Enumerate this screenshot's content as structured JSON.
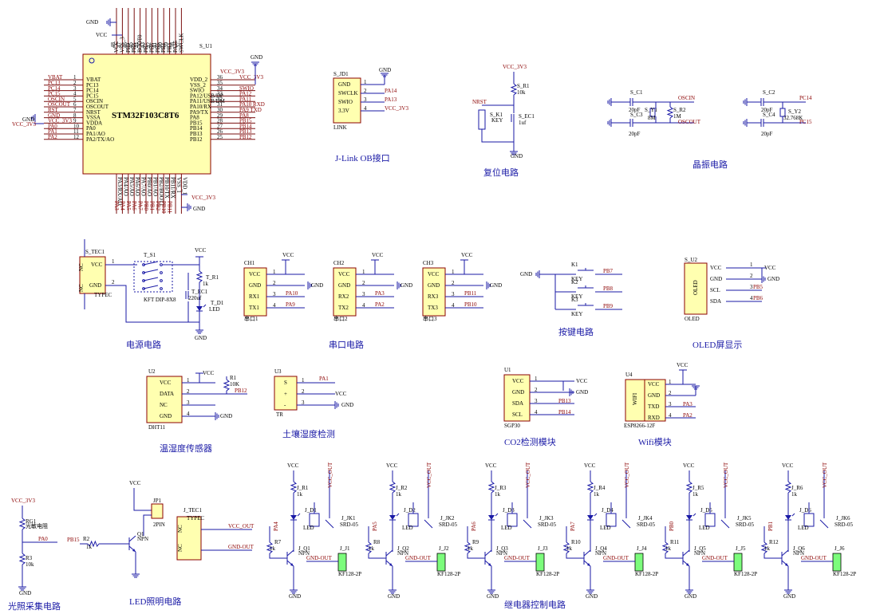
{
  "mcu": {
    "ref": "S_U1",
    "part": "STM32F103C8T6",
    "left_pins": [
      {
        "net": "VBAT",
        "name": "VBAT",
        "num": "1"
      },
      {
        "net": "PC13",
        "name": "PC13",
        "num": "2"
      },
      {
        "net": "PC14",
        "name": "PC14",
        "num": "3"
      },
      {
        "net": "PC15",
        "name": "PC15",
        "num": "4"
      },
      {
        "net": "OSCIN",
        "name": "OSCIN",
        "num": "5"
      },
      {
        "net": "OSCOUT",
        "name": "OSCOUT",
        "num": "6"
      },
      {
        "net": "RST",
        "name": "NRST",
        "num": "7"
      },
      {
        "net": "GND",
        "name": "VSSA",
        "num": "8"
      },
      {
        "net": "VCC_3V3",
        "name": "VDDA",
        "num": "9"
      },
      {
        "net": "PA0",
        "name": "PA0",
        "num": "10"
      },
      {
        "net": "PA1",
        "name": "PA1/AO",
        "num": "11"
      },
      {
        "net": "PA2",
        "name": "PA2/TX/AO",
        "num": "12"
      }
    ],
    "right_pins": [
      {
        "num": "36",
        "name": "VDD_2",
        "net": "VCC_3V3"
      },
      {
        "num": "35",
        "name": "VSS_2",
        "net": ""
      },
      {
        "num": "34",
        "name": "SWIO",
        "net": "SWIO"
      },
      {
        "num": "33",
        "name": "PA12/USB/DP",
        "net": "PA12"
      },
      {
        "num": "32",
        "name": "PA11/USB/DM",
        "net": "PA11"
      },
      {
        "num": "31",
        "name": "PA10/RX",
        "net": "PA10 RXD"
      },
      {
        "num": "30",
        "name": "PA9/TX",
        "net": "PA9 TXD"
      },
      {
        "num": "29",
        "name": "PA8",
        "net": "PA8"
      },
      {
        "num": "28",
        "name": "PB15",
        "net": "PB15"
      },
      {
        "num": "27",
        "name": "PB14",
        "net": "PB14"
      },
      {
        "num": "26",
        "name": "PB13",
        "net": "PB13"
      },
      {
        "num": "25",
        "name": "PB12",
        "net": "PB12"
      }
    ],
    "top_labels": [
      "VCC",
      "VSS_3",
      "PB9",
      "PB8",
      "BOOT0",
      "PB7",
      "PB6",
      "PB5",
      "PB4",
      "PB3",
      "PA15",
      "SWCLK"
    ],
    "top_nums": [
      "48",
      "47",
      "46",
      "45",
      "44",
      "43",
      "42",
      "41",
      "40",
      "39",
      "38",
      "37"
    ],
    "bottom_labels": [
      "PA3/RX/AO",
      "PA4/AO",
      "PA5/AO",
      "PA6/AO",
      "PA7/AO",
      "PB0/AO",
      "PB1/AO",
      "PB2/BOOT1",
      "PB10/TX",
      "PB11/RX",
      "VSS_1",
      "VDD_1"
    ],
    "bottom_nums": [
      "13",
      "14",
      "15",
      "16",
      "17",
      "18",
      "19",
      "20",
      "21",
      "22",
      "23",
      "24"
    ],
    "bottom_nets": [
      "PA3",
      "PA4",
      "PA5",
      "PA6",
      "PA7",
      "PB0",
      "PB1",
      "PB2",
      "PB10",
      "PB11"
    ],
    "gnd": "GND",
    "vcc": "VCC",
    "vcc33": "VCC_3V3"
  },
  "jlink": {
    "ref": "S_JD1",
    "label": "LINK",
    "pins": [
      {
        "name": "GND",
        "num": "1",
        "net": "GND"
      },
      {
        "name": "SWCLK",
        "num": "2",
        "net": "PA14"
      },
      {
        "name": "SWIO",
        "num": "3",
        "net": "PA13"
      },
      {
        "name": "3.3V",
        "num": "4",
        "net": "VCC_3V3"
      }
    ],
    "caption": "J-Link OB接口"
  },
  "reset": {
    "vcc": "VCC_3V3",
    "r_ref": "S_R1",
    "r_val": "10k",
    "sw_net": "NRST",
    "sw_ref": "S_K1",
    "sw_val": "KEY",
    "c_ref": "S_EC1",
    "c_val": "1uf",
    "gnd": "GND",
    "caption": "复位电路"
  },
  "crystal": {
    "c1": "S_C1",
    "c1v": "20pF",
    "c3": "S_C3",
    "c3v": "20pF",
    "y1": "S_Y1",
    "y1v": "8M",
    "r2": "S_R2",
    "r2v": "1M",
    "oscin": "OSCIN",
    "oscout": "OSCOUT",
    "c2": "S_C2",
    "c2v": "20pF",
    "c4": "S_C4",
    "c4v": "20pF",
    "y2": "S_Y2",
    "y2v": "32.768K",
    "pc14": "PC14",
    "pc15": "PC15",
    "caption": "晶振电路"
  },
  "power": {
    "ref": "S_TEC1",
    "label": "TYPEC",
    "p_vcc": "VCC",
    "p_gnd": "GND",
    "nc": "NC",
    "sw_ref": "T_S1",
    "sw_val": "KFT DIP-8X8",
    "vcc": "VCC",
    "r_ref": "T_R1",
    "r_val": "1k",
    "c_ref": "T_EC1",
    "c_val": "220uf",
    "d_ref": "T_D1",
    "d_val": "LED",
    "caption": "电源电路"
  },
  "uart": {
    "units": [
      {
        "ref": "CH1",
        "label": "串口1",
        "rx": "PA10",
        "tx": "PA9",
        "p1": "VCC",
        "p2": "GND",
        "p3": "RX1",
        "p4": "TX1"
      },
      {
        "ref": "CH2",
        "label": "串口2",
        "rx": "PA3",
        "tx": "PA2",
        "p1": "VCC",
        "p2": "GND",
        "p3": "RX2",
        "p4": "TX2"
      },
      {
        "ref": "CH3",
        "label": "串口3",
        "rx": "PB11",
        "tx": "PB10",
        "p1": "VCC",
        "p2": "GND",
        "p3": "RX3",
        "p4": "TX3"
      }
    ],
    "vcc": "VCC",
    "gnd": "GND",
    "caption": "串口电路"
  },
  "keys": {
    "gnd": "GND",
    "items": [
      {
        "ref": "K1",
        "val": "KEY",
        "net": "PB7"
      },
      {
        "ref": "K2",
        "val": "KEY",
        "net": "PB8"
      },
      {
        "ref": "K3",
        "val": "KEY",
        "net": "PB9"
      }
    ],
    "caption": "按键电路"
  },
  "oled": {
    "ref": "S_U2",
    "part": "OLED",
    "label": "OLED",
    "pins": [
      {
        "name": "VCC",
        "net": "VCC"
      },
      {
        "name": "GND",
        "net": "GND"
      },
      {
        "name": "SCL",
        "net": "PB5"
      },
      {
        "name": "SDA",
        "net": "PB6"
      }
    ],
    "caption": "OLED屏显示"
  },
  "dht": {
    "ref": "U2",
    "part": "DHT11",
    "pins": [
      {
        "name": "VCC",
        "num": "1"
      },
      {
        "name": "DATA",
        "num": "2"
      },
      {
        "name": "NC",
        "num": "3"
      },
      {
        "name": "GND",
        "num": "4"
      }
    ],
    "r_ref": "R1",
    "r_val": "10K",
    "net": "PB12",
    "vcc": "VCC",
    "gnd": "GND",
    "caption": "温湿度传感器"
  },
  "soil": {
    "ref": "U3",
    "part": "TR",
    "pins": [
      {
        "name": "S",
        "num": "1",
        "net": "PA1"
      },
      {
        "name": "+",
        "num": "2",
        "net": "VCC"
      },
      {
        "name": "-",
        "num": "3",
        "net": "GND"
      }
    ],
    "caption": "土壤湿度检测"
  },
  "co2": {
    "ref": "U1",
    "part": "SGP30",
    "pins": [
      {
        "name": "VCC",
        "num": "1",
        "net": "VCC"
      },
      {
        "name": "GND",
        "num": "2",
        "net": "GND"
      },
      {
        "name": "SDA",
        "num": "3",
        "net": "PB13"
      },
      {
        "name": "SCL",
        "num": "4",
        "net": "PB14"
      }
    ],
    "caption": "CO2检测模块"
  },
  "wifi": {
    "ref": "U4",
    "part": "ESP8266-12F",
    "chip": "WIFI",
    "pins": [
      {
        "name": "VCC",
        "num": "1"
      },
      {
        "name": "GND",
        "num": "2"
      },
      {
        "name": "TXD",
        "num": "3",
        "net": "PA3"
      },
      {
        "name": "RXD",
        "num": "4",
        "net": "PA2"
      }
    ],
    "vcc": "VCC",
    "caption": "Wifi模块"
  },
  "light": {
    "vcc": "VCC_3V3",
    "rg_ref": "RG1",
    "rg_val": "光敏电阻",
    "net": "PA0",
    "r_ref": "R3",
    "r_val": "10k",
    "gnd": "GND",
    "caption": "光照采集电路"
  },
  "ledlight": {
    "vcc": "VCC",
    "jp_ref": "JP1",
    "jp_val": "2PIN",
    "q_ref": "Q1",
    "q_val": "NPN",
    "r_ref": "R2",
    "r_val": "1k",
    "net": "PB15",
    "tec_ref": "J_TEC1",
    "tec_label": "TYPEC",
    "nc": "NC",
    "out1": "VCC_OUT",
    "out2": "GND-OUT",
    "gnd": "GND",
    "caption": "LED照明电路"
  },
  "relays": {
    "units": [
      {
        "r1": "J_R1",
        "r1v": "1k",
        "d": "J_D1",
        "k": "J_JK1",
        "q": "J_Q1",
        "r2": "R7",
        "j": "J_J1",
        "net": "PA4"
      },
      {
        "r1": "J_R2",
        "r1v": "1k",
        "d": "J_D2",
        "k": "J_JK2",
        "q": "J_Q2",
        "r2": "R8",
        "j": "J_J2",
        "net": "PA5"
      },
      {
        "r1": "J_R3",
        "r1v": "1k",
        "d": "J_D3",
        "k": "J_JK3",
        "q": "J_Q3",
        "r2": "R9",
        "j": "J_J3",
        "net": "PA6"
      },
      {
        "r1": "J_R4",
        "r1v": "1k",
        "d": "J_D4",
        "k": "J_JK4",
        "q": "J_Q4",
        "r2": "R10",
        "j": "J_J4",
        "net": "PA7"
      },
      {
        "r1": "J_R5",
        "r1v": "1k",
        "d": "J_D5",
        "k": "J_JK5",
        "q": "J_Q5",
        "r2": "R11",
        "j": "J_J5",
        "net": "PB0"
      },
      {
        "r1": "J_R6",
        "r1v": "1k",
        "d": "J_D6",
        "k": "J_JK6",
        "q": "J_Q6",
        "r2": "R12",
        "j": "J_J6",
        "net": "PB1"
      }
    ],
    "vcc": "VCC",
    "vout": "VCC_OUT",
    "gout": "GND-OUT",
    "relay": "SRD-05",
    "qv": "NPN",
    "rv": "1k",
    "led": "LED",
    "jv": "KF128-2P",
    "gnd": "GND",
    "caption": "继电器控制电路"
  }
}
